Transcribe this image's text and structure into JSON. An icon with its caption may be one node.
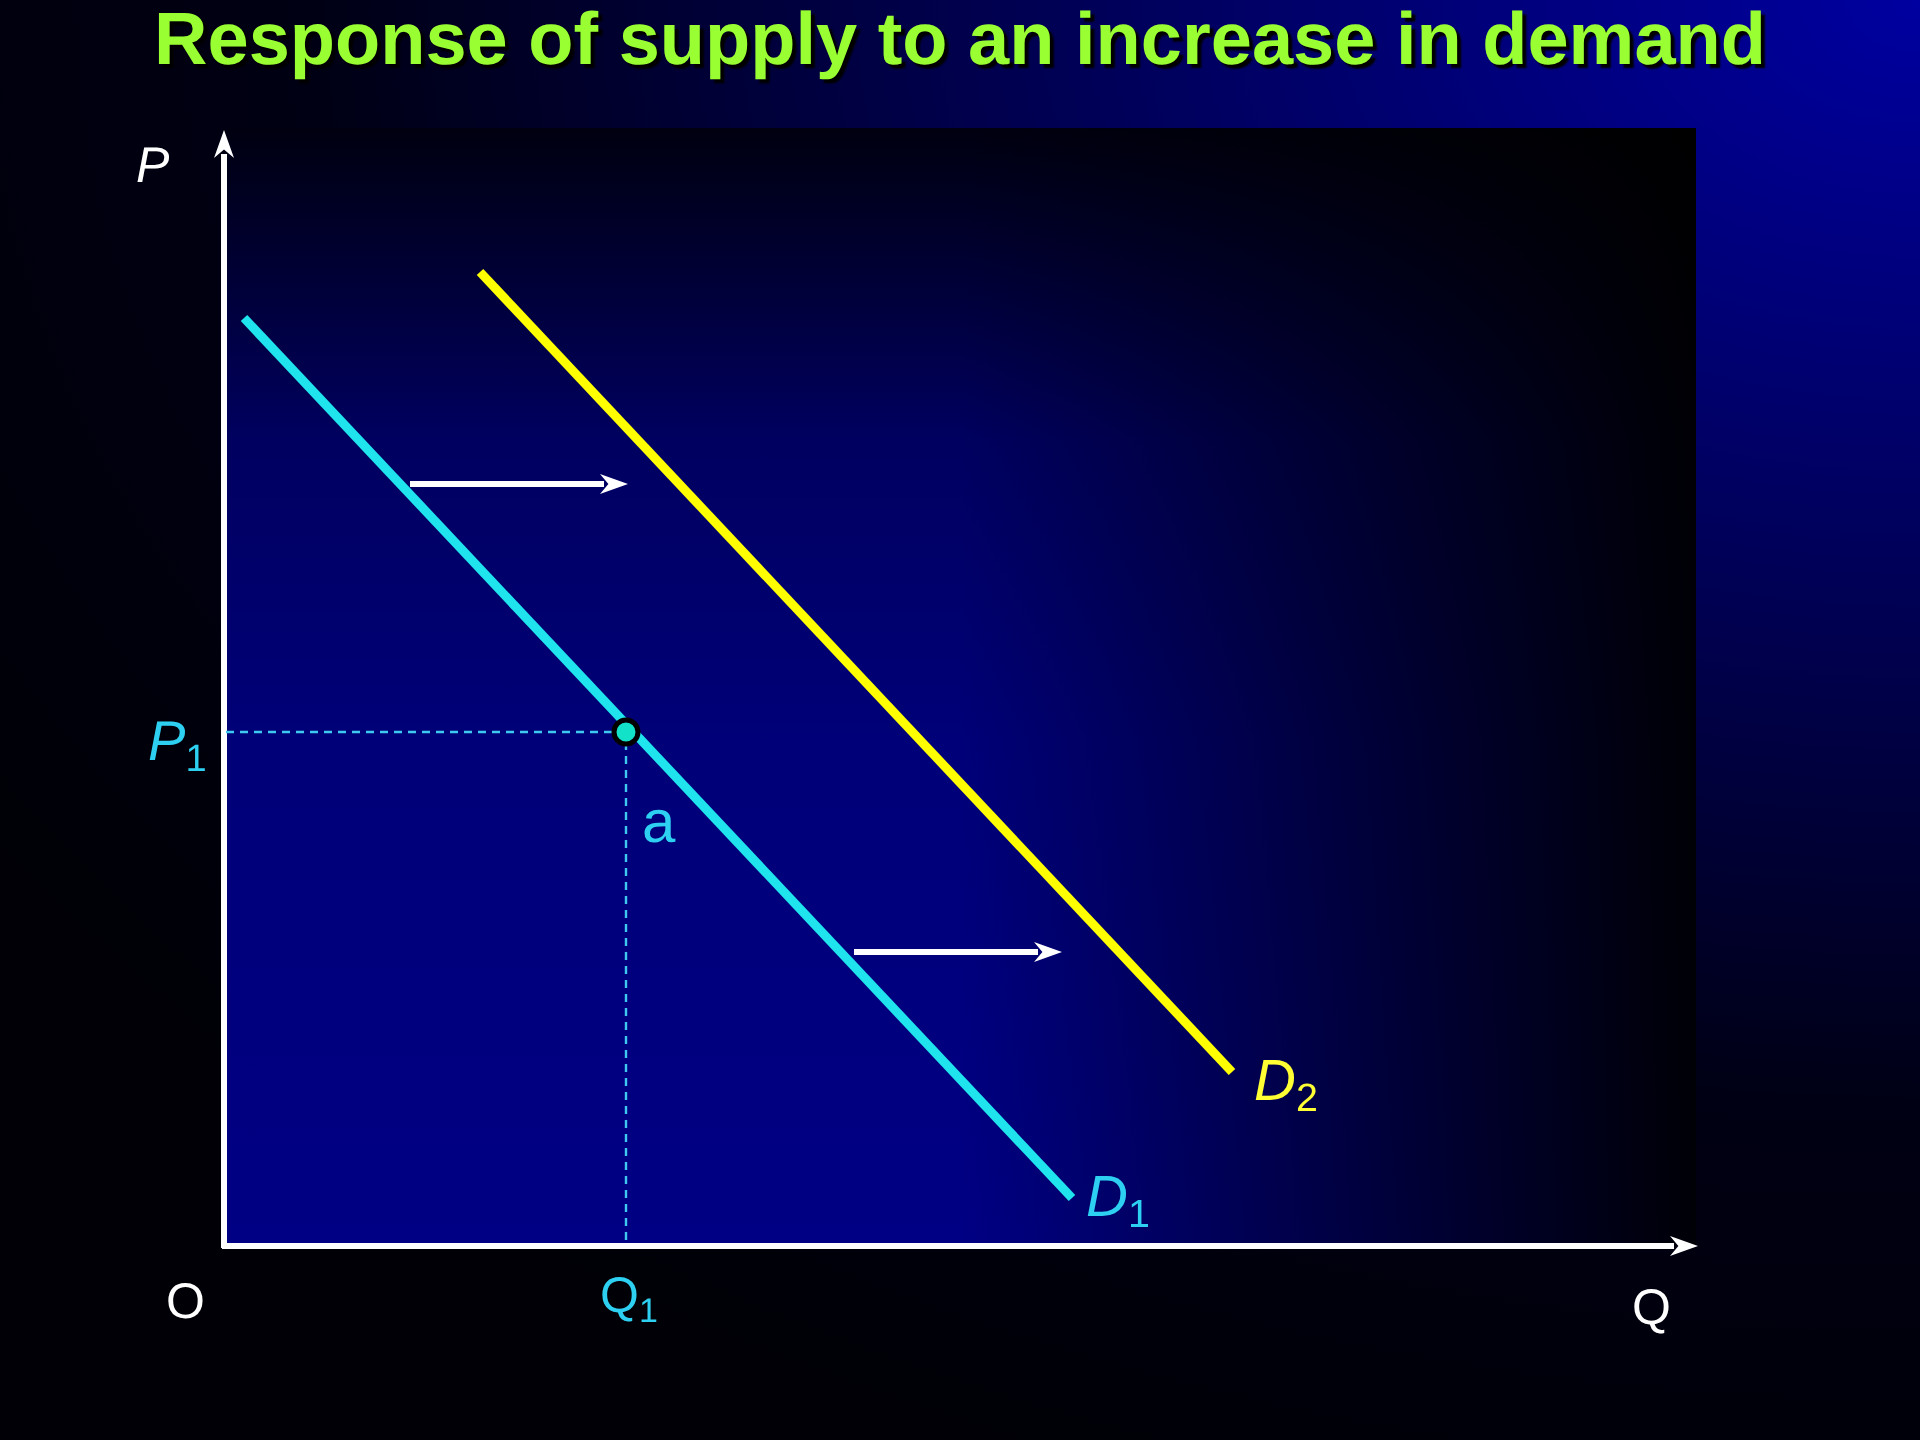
{
  "diagram": {
    "title": "Response of supply to an increase in demand",
    "labels": [
      "P",
      "P$_{1}$",
      "a",
      "D$_{2}$",
      "D$_{1}$",
      "O",
      "Q$_{1}$",
      "Q"
    ]
  }
}
